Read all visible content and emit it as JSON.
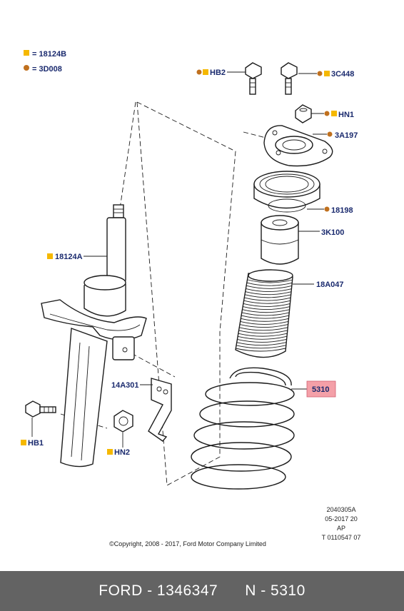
{
  "legend": [
    {
      "shape": "square",
      "color": "#f5b800",
      "text": "= 18124B"
    },
    {
      "shape": "circle",
      "color": "#c0701e",
      "text": "= 3D008"
    }
  ],
  "callouts": {
    "hb2": "HB2",
    "c3c448": "3C448",
    "hn1": "HN1",
    "c3a197": "3A197",
    "c18198": "18198",
    "c3k100": "3K100",
    "c18a047": "18A047",
    "c5310": "5310",
    "c18124a": "18124A",
    "c14a301": "14A301",
    "hb1": "HB1",
    "hn2": "HN2"
  },
  "colors": {
    "square_marker": "#f5b800",
    "circle_marker": "#c0701e",
    "highlight": "#f4a0a8",
    "label_text": "#1a2a6e",
    "footer_bg": "#636363"
  },
  "meta_code": [
    "2040305A",
    "05-2017 20",
    "AP",
    "T 0110547 07"
  ],
  "copyright": "©Copyright, 2008 - 2017, Ford Motor Company Limited",
  "footer": {
    "brand": "FORD",
    "part_number": "1346347",
    "ref": "N - 5310"
  }
}
